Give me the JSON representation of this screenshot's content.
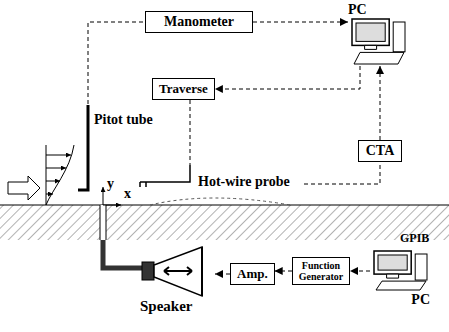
{
  "diagram": {
    "nodes": [
      {
        "text": [
          "Manometer"
        ]
      },
      {
        "text": [
          "PC"
        ]
      },
      {
        "text": [
          "Traverse"
        ]
      },
      {
        "text": [
          "CTA"
        ]
      },
      {
        "text": [
          "Amp."
        ]
      },
      {
        "text": [
          "Function Generator"
        ]
      },
      {
        "text": [
          "PC"
        ]
      },
      {
        "text": [
          "Speaker"
        ]
      }
    ],
    "edges": [
      {
        "from": 0,
        "to": 1,
        "arrow": "to"
      },
      {
        "from": 1,
        "to": 2,
        "arrow": "to"
      },
      {
        "from": 3,
        "to": 1,
        "arrow": "to"
      },
      {
        "from": 6,
        "to": 5,
        "arrow": "to"
      },
      {
        "from": 5,
        "to": 4,
        "arrow": "to"
      },
      {
        "from": 4,
        "to": 7,
        "arrow": "to"
      }
    ],
    "labels": [
      "Pitot tube",
      "Hot-wire probe",
      "y",
      "x",
      "GPIB"
    ]
  }
}
